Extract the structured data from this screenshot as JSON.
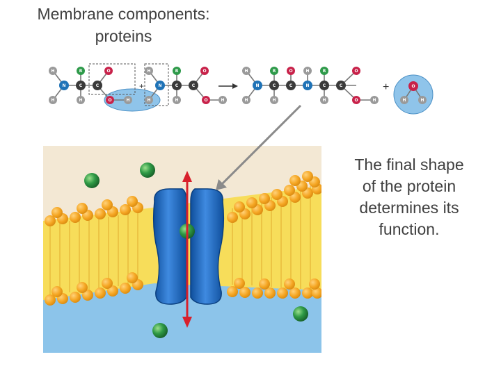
{
  "title": {
    "line1": "Membrane components:",
    "line2": "proteins"
  },
  "caption": {
    "line1": "The final shape",
    "line2": "of the protein",
    "line3": "determines its",
    "line4": "function."
  },
  "reaction": {
    "plus_small": "+",
    "plus_large": "+",
    "atom_labels": {
      "H": "H",
      "N": "N",
      "C": "C",
      "R": "R",
      "O": "O"
    }
  },
  "colors": {
    "hydrogen": "#9a9a9a",
    "nitrogen": "#1f73b7",
    "carbon": "#3a3a3a",
    "r_group": "#2e9a4a",
    "oxygen": "#c8224a",
    "water_highlight": "#8fc4ea",
    "cytoplasm_top": "#f3e8d4",
    "lipid_head": "#f5a623",
    "lipid_tail": "#f7dd5a",
    "protein_channel": "#1f6fc4",
    "extracellular": "#8cc4ea",
    "transport_arrow": "#d8202c",
    "solute": "#2f9a46",
    "connector_arrow": "#8a8a8a"
  },
  "icons": [
    "amino-acid-molecule",
    "peptide-bond",
    "water-molecule",
    "reaction-arrow",
    "lipid-bilayer",
    "channel-protein",
    "green-solute",
    "transport-arrow"
  ]
}
